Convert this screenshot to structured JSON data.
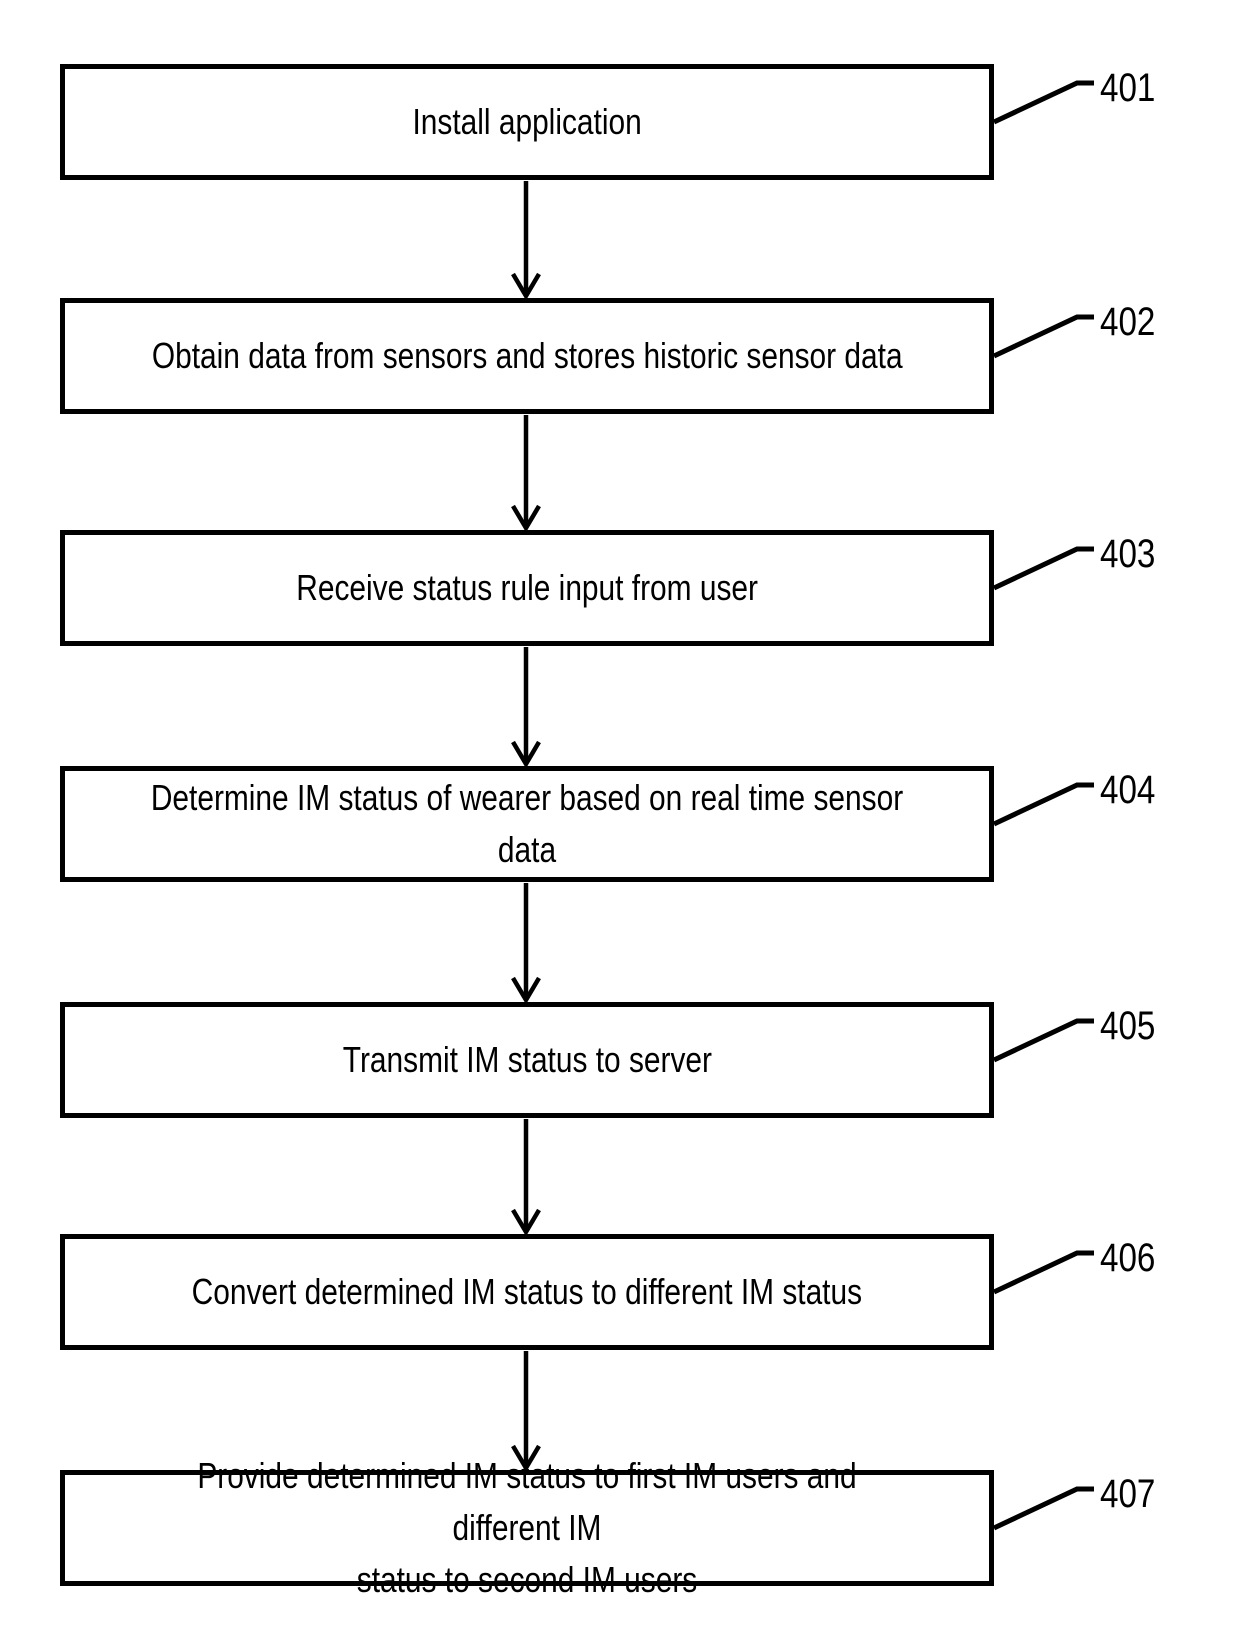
{
  "figure": {
    "type": "flowchart",
    "orientation": "vertical",
    "colors": {
      "ink": "#000000",
      "background": "#ffffff"
    },
    "steps": [
      {
        "ref": "401",
        "label": "Install application"
      },
      {
        "ref": "402",
        "label": "Obtain data from sensors and stores historic sensor data"
      },
      {
        "ref": "403",
        "label": "Receive status rule input from user"
      },
      {
        "ref": "404",
        "label": "Determine IM status of wearer based on real time sensor data"
      },
      {
        "ref": "405",
        "label": "Transmit IM status to server"
      },
      {
        "ref": "406",
        "label": "Convert determined IM status to different IM status"
      },
      {
        "ref": "407",
        "label": "Provide determined IM status to first IM users and different IM\nstatus to second IM users"
      }
    ]
  }
}
